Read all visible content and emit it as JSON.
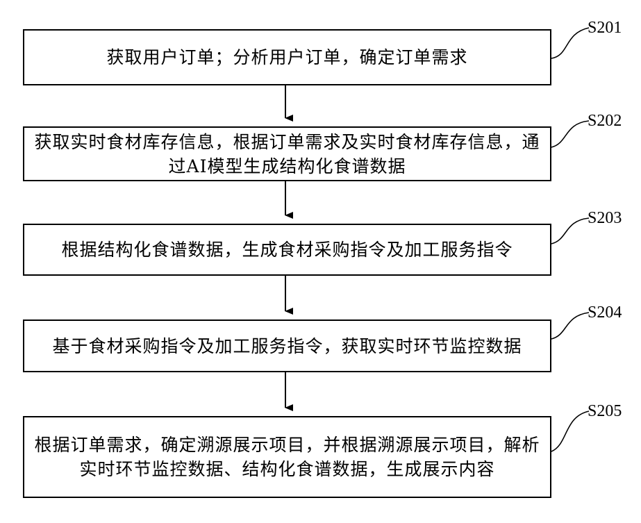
{
  "steps": [
    {
      "id": "S201",
      "text": "获取用户订单；分析用户订单，确定订单需求"
    },
    {
      "id": "S202",
      "text": "获取实时食材库存信息，根据订单需求及实时食材库存信息，通过AI模型生成结构化食谱数据"
    },
    {
      "id": "S203",
      "text": "根据结构化食谱数据，生成食材采购指令及加工服务指令"
    },
    {
      "id": "S204",
      "text": "基于食材采购指令及加工服务指令，获取实时环节监控数据"
    },
    {
      "id": "S205",
      "text": "根据订单需求，确定溯源展示项目，并根据溯源展示项目，解析实时环节监控数据、结构化食谱数据，生成展示内容"
    }
  ]
}
